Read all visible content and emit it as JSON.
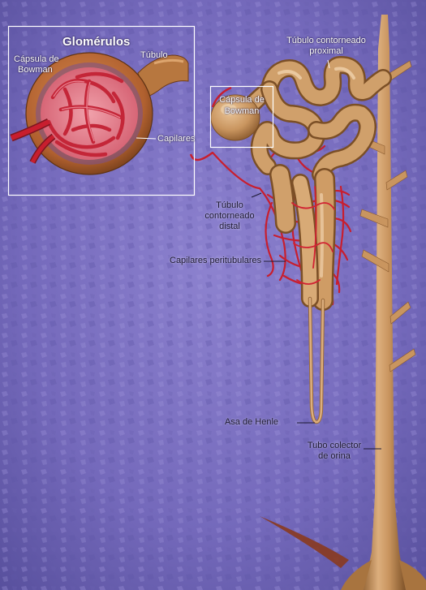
{
  "labels": {
    "glomerulos": "Glomérulos",
    "capsula_inset_1": "Cápsula de",
    "capsula_inset_2": "Bowman",
    "tubulo_inset": "Túbulo",
    "capilares_inset": "Capilares",
    "capsula_main_1": "Cápsula de",
    "capsula_main_2": "Bowman",
    "proximal_1": "Túbulo contorneado",
    "proximal_2": "proximal",
    "distal_1": "Túbulo",
    "distal_2": "contorneado",
    "distal_3": "distal",
    "peritubulares": "Capilares peritubulares",
    "henle": "Asa de Henle",
    "colector_1": "Tubo colector",
    "colector_2": "de orina"
  },
  "colors": {
    "background": "#7a6fc0",
    "background_dark": "#4d4590",
    "tubule": "#c9955f",
    "tubule_light": "#e3b888",
    "tubule_dark": "#8a5a2e",
    "capillary": "#c81e2e",
    "glomerulus_fill": "#e0707e"
  }
}
